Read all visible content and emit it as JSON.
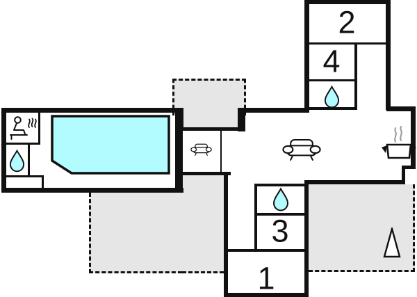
{
  "plan": {
    "name": "holiday-home-floor-plan",
    "rooms": [
      {
        "id": "room-1",
        "label": "1"
      },
      {
        "id": "room-2",
        "label": "2"
      },
      {
        "id": "room-3",
        "label": "3"
      },
      {
        "id": "room-4",
        "label": "4"
      }
    ],
    "features": {
      "pool": "swimming-pool",
      "sauna": "sauna-icon",
      "bathrooms": [
        "water-drop-icon",
        "water-drop-icon",
        "water-drop-icon"
      ],
      "sofas": [
        "sofa-icon",
        "sofa-icon"
      ],
      "kitchen": "cooking-pot-icon",
      "tree": "tree-icon",
      "terraces": [
        "terrace-middle",
        "terrace-left",
        "terrace-right"
      ]
    },
    "colors": {
      "wall": "#111111",
      "water": "#b2fbff",
      "terrace": "#e6e6e6",
      "background": "#ffffff"
    }
  }
}
